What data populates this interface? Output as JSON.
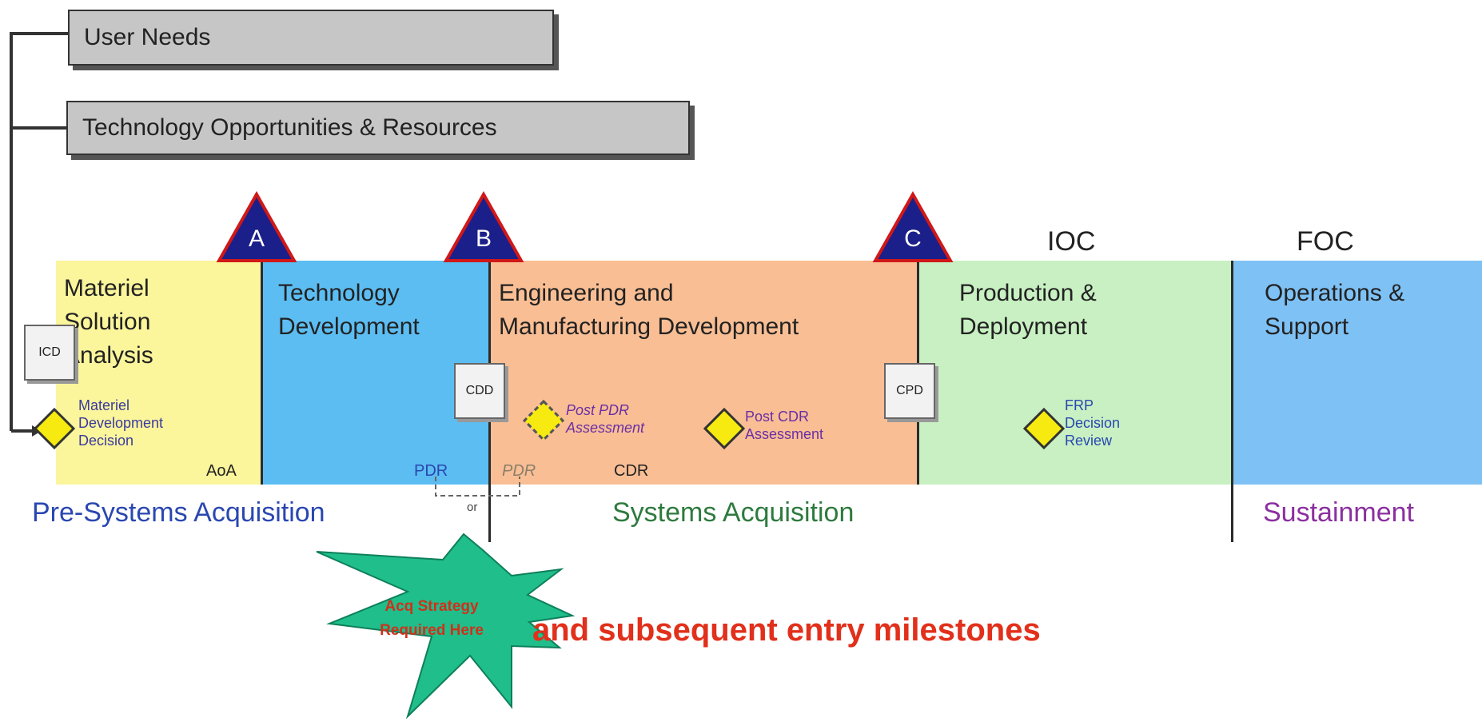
{
  "top_boxes": {
    "user_needs": "User Needs",
    "tech_opps": "Technology Opportunities & Resources"
  },
  "milestones": {
    "a": "A",
    "b": "B",
    "c": "C",
    "ioc": "IOC",
    "foc": "FOC"
  },
  "phases": {
    "msa": "Materiel\nSolution\nAnalysis",
    "td": "Technology\nDevelopment",
    "emd": "Engineering and\nManufacturing Development",
    "pd": "Production &\nDeployment",
    "os": "Operations &\nSupport"
  },
  "documents": {
    "icd": "ICD",
    "cdd": "CDD",
    "cpd": "CPD"
  },
  "decisions": {
    "mdd": "Materiel\nDevelopment\nDecision",
    "post_pdr": "Post PDR\nAssessment",
    "post_cdr": "Post CDR\nAssessment",
    "frp": "FRP\nDecision\nReview"
  },
  "reviews": {
    "aoa": "AoA",
    "pdr": "PDR",
    "pdr_alt": "PDR",
    "cdr": "CDR",
    "or": "or"
  },
  "categories": {
    "pre": "Pre-Systems Acquisition",
    "sys": "Systems Acquisition",
    "sus": "Sustainment"
  },
  "starburst": "Acq Strategy\nRequired Here",
  "subsequent": "and subsequent entry milestones",
  "colors": {
    "msa": "#fbf59b",
    "td": "#5cbdf2",
    "emd": "#f9be94",
    "pd": "#c8f0c2",
    "os": "#7ec1f5",
    "triangle": "#1b1f8a",
    "triangle_border": "#d01818",
    "diamond": "#f6ea10",
    "starburst": "#1fbe8a",
    "red_text": "#e1301b",
    "pre": "#2a47b0",
    "sys": "#2e7a3e",
    "sus": "#8b2fa0",
    "purple": "#6a2fa5",
    "blue": "#2a47b0"
  }
}
